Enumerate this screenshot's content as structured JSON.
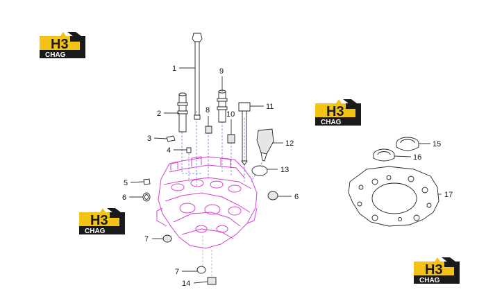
{
  "brand": {
    "logo_mark": "H3",
    "logo_word": "CHAG",
    "colors": {
      "yellow": "#f2c314",
      "dark": "#1a1a1a",
      "part_outline": "#d63fd0"
    }
  },
  "callouts": [
    {
      "id": "c1",
      "label": "1"
    },
    {
      "id": "c2",
      "label": "2"
    },
    {
      "id": "c3",
      "label": "3"
    },
    {
      "id": "c4",
      "label": "4"
    },
    {
      "id": "c5",
      "label": "5"
    },
    {
      "id": "c6a",
      "label": "6"
    },
    {
      "id": "c6b",
      "label": "6"
    },
    {
      "id": "c7a",
      "label": "7"
    },
    {
      "id": "c7b",
      "label": "7"
    },
    {
      "id": "c8",
      "label": "8"
    },
    {
      "id": "c9",
      "label": "9"
    },
    {
      "id": "c10",
      "label": "10"
    },
    {
      "id": "c11",
      "label": "11"
    },
    {
      "id": "c12",
      "label": "12"
    },
    {
      "id": "c13",
      "label": "13"
    },
    {
      "id": "c14",
      "label": "14"
    },
    {
      "id": "c15",
      "label": "15"
    },
    {
      "id": "c16",
      "label": "16"
    },
    {
      "id": "c17",
      "label": "17"
    }
  ]
}
